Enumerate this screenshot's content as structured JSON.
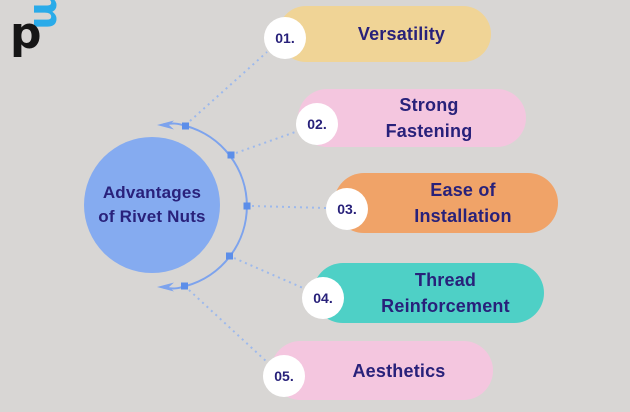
{
  "logo": {
    "p": "p",
    "m": "m"
  },
  "center": {
    "title_line1": "Advantages",
    "title_line2": "of Rivet Nuts"
  },
  "items": [
    {
      "number": "01.",
      "label": "Versatility"
    },
    {
      "number": "02.",
      "label": "Strong Fastening"
    },
    {
      "number": "03.",
      "label": "Ease of Installation"
    },
    {
      "number": "04.",
      "label": "Thread Reinforcement"
    },
    {
      "number": "05.",
      "label": "Aesthetics"
    }
  ],
  "colors": {
    "background": "#d8d6d4",
    "center_circle": "#85abf0",
    "text_navy": "#28217a",
    "pill_1": "#f0d496",
    "pill_2": "#f4c6df",
    "pill_3": "#f0a368",
    "pill_4": "#4ed0c6",
    "pill_5": "#f4c6df",
    "badge_white": "#ffffff",
    "arc_blue": "#7da3ed",
    "dotted_blue": "#9db9ec",
    "node_blue": "#5c8ee9",
    "logo_black": "#161616",
    "logo_cyan": "#2aabe9"
  }
}
